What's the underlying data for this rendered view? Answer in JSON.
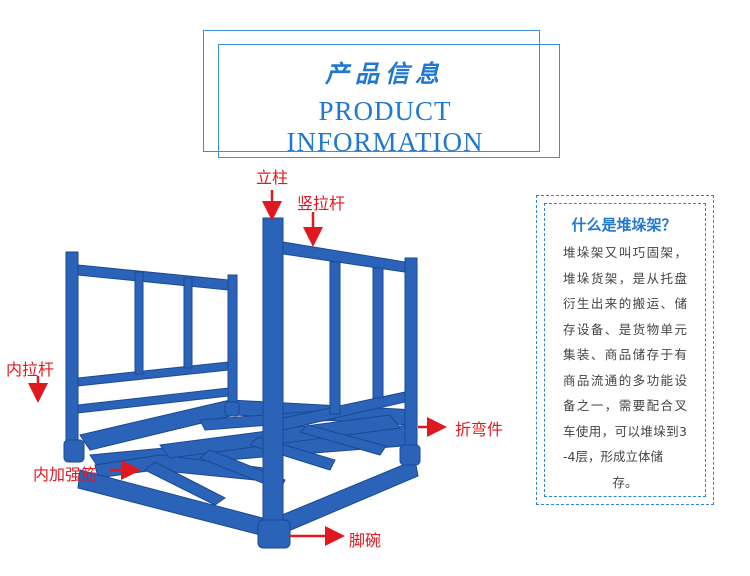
{
  "header": {
    "title_cn": "产品信息",
    "title_en": "PRODUCT INFORMATION"
  },
  "callouts": {
    "post": "立柱",
    "vertical_bar": "竖拉杆",
    "inner_bar": "内拉杆",
    "bend_part": "折弯件",
    "inner_rib": "内加强筋",
    "foot_cup": "脚碗"
  },
  "info_box": {
    "title": "什么是堆垛架？",
    "body": "堆垛架又叫巧固架，堆垛货架，是从托盘衍生出来的搬运、储存设备、是货物单元集装、商品储存于有商品流通的多功能设备之一，需要配合叉车使用，可以堆垛到3-4层，形成立体储",
    "body_end": "存。"
  },
  "colors": {
    "accent_blue": "#1f78d1",
    "rack_blue": "#2a63b8",
    "callout_red": "#e0181f"
  }
}
